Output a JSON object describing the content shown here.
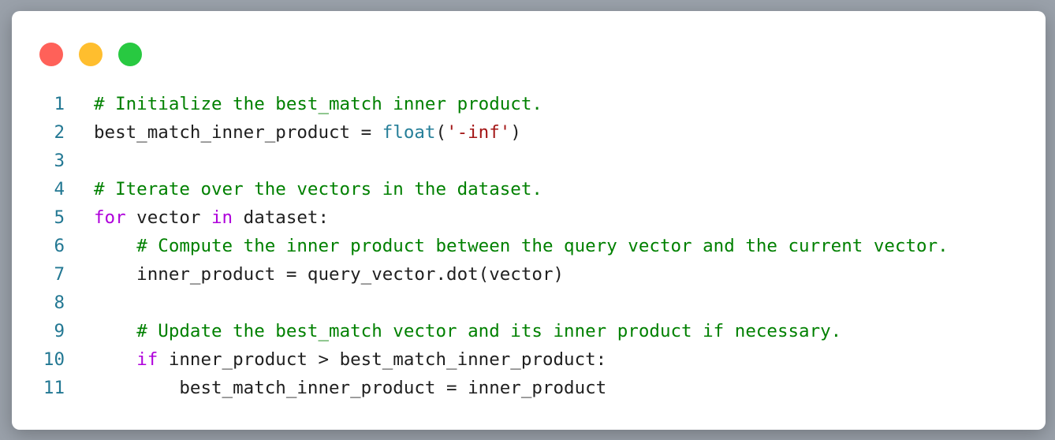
{
  "window": {
    "controls": {
      "close_color": "#ff6159",
      "minimize_color": "#ffbe2e",
      "maximize_color": "#28c941"
    }
  },
  "theme": {
    "comment": "#008000",
    "keyword": "#af00db",
    "builtin": "#267f99",
    "string": "#a31515",
    "text": "#1f1f1f",
    "line_number": "#237893"
  },
  "code": {
    "lines": [
      {
        "number": "1",
        "tokens": [
          {
            "type": "comment",
            "text": "# Initialize the best_match inner product."
          }
        ]
      },
      {
        "number": "2",
        "tokens": [
          {
            "type": "plain",
            "text": "best_match_inner_product = "
          },
          {
            "type": "builtin",
            "text": "float"
          },
          {
            "type": "plain",
            "text": "("
          },
          {
            "type": "string",
            "text": "'-inf'"
          },
          {
            "type": "plain",
            "text": ")"
          }
        ]
      },
      {
        "number": "3",
        "tokens": []
      },
      {
        "number": "4",
        "tokens": [
          {
            "type": "comment",
            "text": "# Iterate over the vectors in the dataset."
          }
        ]
      },
      {
        "number": "5",
        "tokens": [
          {
            "type": "keyword",
            "text": "for"
          },
          {
            "type": "plain",
            "text": " vector "
          },
          {
            "type": "keyword",
            "text": "in"
          },
          {
            "type": "plain",
            "text": " dataset:"
          }
        ]
      },
      {
        "number": "6",
        "tokens": [
          {
            "type": "plain",
            "text": "    "
          },
          {
            "type": "comment",
            "text": "# Compute the inner product between the query vector and the current vector."
          }
        ]
      },
      {
        "number": "7",
        "tokens": [
          {
            "type": "plain",
            "text": "    inner_product = query_vector.dot(vector)"
          }
        ]
      },
      {
        "number": "8",
        "tokens": []
      },
      {
        "number": "9",
        "tokens": [
          {
            "type": "plain",
            "text": "    "
          },
          {
            "type": "comment",
            "text": "# Update the best_match vector and its inner product if necessary."
          }
        ]
      },
      {
        "number": "10",
        "tokens": [
          {
            "type": "plain",
            "text": "    "
          },
          {
            "type": "keyword",
            "text": "if"
          },
          {
            "type": "plain",
            "text": " inner_product > best_match_inner_product:"
          }
        ]
      },
      {
        "number": "11",
        "tokens": [
          {
            "type": "plain",
            "text": "        best_match_inner_product = inner_product"
          }
        ]
      }
    ]
  }
}
